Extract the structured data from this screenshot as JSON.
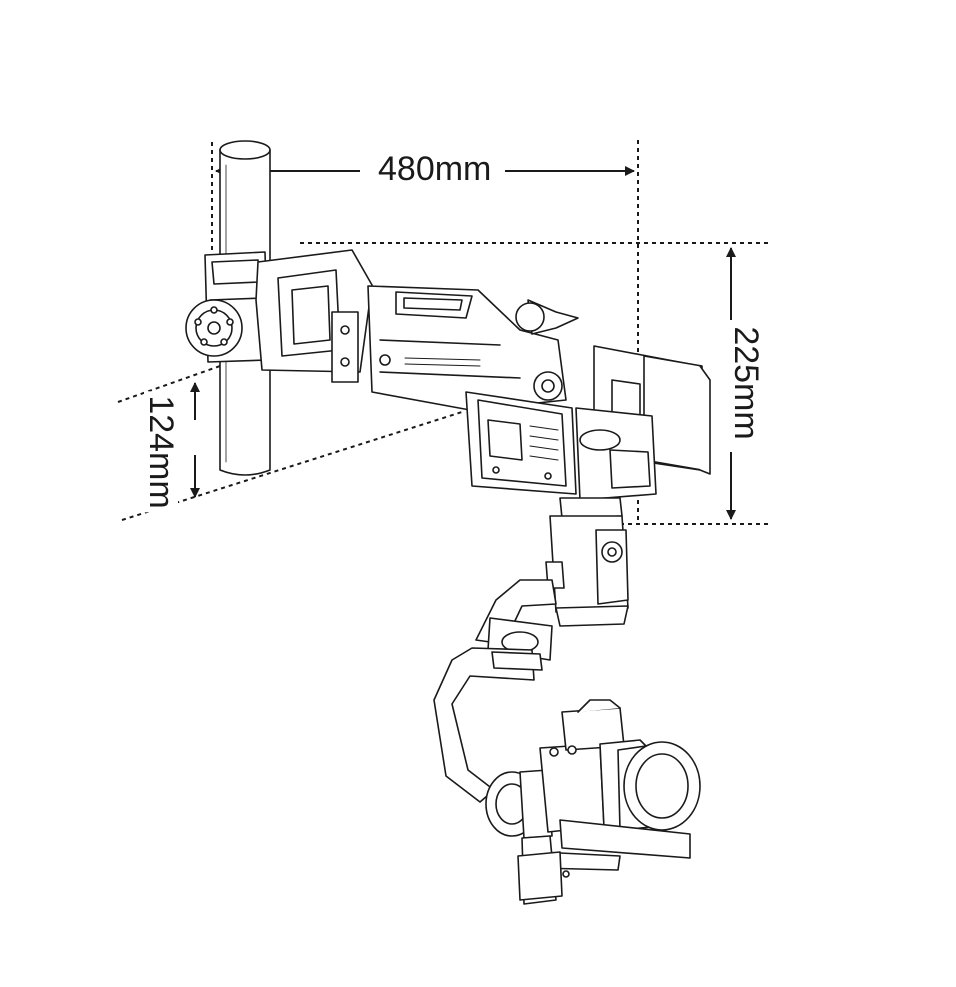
{
  "dimensions": {
    "width_label": "480mm",
    "height_label": "225mm",
    "drop_label": "124mm"
  },
  "style": {
    "line_color": "#1a1a1a",
    "background": "#ffffff"
  }
}
